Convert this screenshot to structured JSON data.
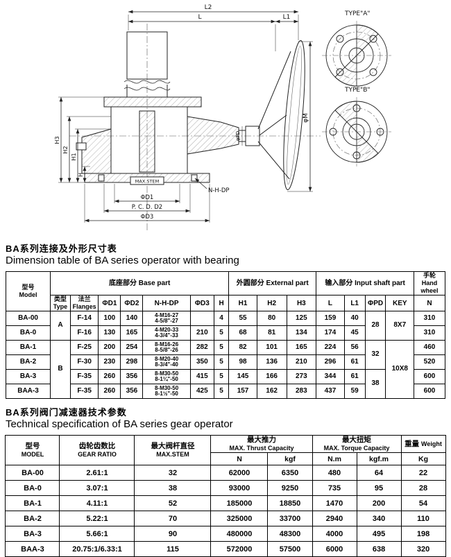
{
  "drawing": {
    "labels": {
      "l2": "L2",
      "l": "L",
      "l1": "L1",
      "phi_m": "φM",
      "phi_pd": "φPD",
      "h": "H",
      "h1": "H1",
      "h2": "H2",
      "h3": "H3",
      "max_stem": "MAX.STEM",
      "phi_d1": "ΦD1",
      "pcd_d2": "P. C. D. D2",
      "phi_d3": "ΦD3",
      "n_h_dp": "N-H-DP",
      "type_a": "TYPE\"A\"",
      "type_b": "TYPE\"B\""
    }
  },
  "section1": {
    "title_zh": "BA系列连接及外形尺寸表",
    "title_en": "Dimension table of BA series operator with bearing"
  },
  "table1": {
    "head": {
      "model_zh": "型号",
      "model_en": "Model",
      "base": "底座部分 Base part",
      "type_zh": "类型",
      "type_en": "Type",
      "flanges_zh": "法兰",
      "flanges_en": "Flanges",
      "d1": "ΦD1",
      "d2": "ΦD2",
      "nhdp": "N-H-DP",
      "d3": "ΦD3",
      "h": "H",
      "external": "外圆部分 External part",
      "h1": "H1",
      "h2": "H2",
      "h3": "H3",
      "input": "输入部分 Input shaft part",
      "l": "L",
      "l1": "L1",
      "pd": "ΦPD",
      "key": "KEY",
      "hw_zh": "手轮",
      "hw_en": "Hand wheel",
      "n": "N"
    },
    "rows": [
      {
        "model": "BA-00",
        "type": "A",
        "flanges": "F-14",
        "d1": "100",
        "d2": "140",
        "nhdp1": "4-M16-27",
        "nhdp2": "4-5/8\"-27",
        "d3": "",
        "h": "4",
        "h1": "55",
        "h2": "80",
        "h3": "125",
        "l": "159",
        "l1": "40",
        "pd": "28",
        "key": "8X7",
        "n": "310"
      },
      {
        "model": "BA-0",
        "flanges": "F-16",
        "d1": "130",
        "d2": "165",
        "nhdp1": "4-M20-33",
        "nhdp2": "4-3/4\"-33",
        "d3": "210",
        "h": "5",
        "h1": "68",
        "h2": "81",
        "h3": "134",
        "l": "174",
        "l1": "45",
        "n": "310"
      },
      {
        "model": "BA-1",
        "type": "B",
        "flanges": "F-25",
        "d1": "200",
        "d2": "254",
        "nhdp1": "8-M16-26",
        "nhdp2": "8-5/8\"-26",
        "d3": "282",
        "h": "5",
        "h1": "82",
        "h2": "101",
        "h3": "165",
        "l": "224",
        "l1": "56",
        "pd": "32",
        "key": "10X8",
        "n": "460"
      },
      {
        "model": "BA-2",
        "flanges": "F-30",
        "d1": "230",
        "d2": "298",
        "nhdp1": "8-M20-40",
        "nhdp2": "8-3/4\"-40",
        "d3": "350",
        "h": "5",
        "h1": "98",
        "h2": "136",
        "h3": "210",
        "l": "296",
        "l1": "61",
        "n": "520"
      },
      {
        "model": "BA-3",
        "flanges": "F-35",
        "d1": "260",
        "d2": "356",
        "nhdp1": "8-M30-50",
        "nhdp2": "8-1¼\"-50",
        "d3": "415",
        "h": "5",
        "h1": "145",
        "h2": "166",
        "h3": "273",
        "l": "344",
        "l1": "61",
        "pd": "38",
        "n": "600"
      },
      {
        "model": "BAA-3",
        "flanges": "F-35",
        "d1": "260",
        "d2": "356",
        "nhdp1": "8-M30-50",
        "nhdp2": "8-1½\"-50",
        "d3": "425",
        "h": "5",
        "h1": "157",
        "h2": "162",
        "h3": "283",
        "l": "437",
        "l1": "59",
        "n": "600"
      }
    ]
  },
  "section2": {
    "title_zh": "BA系列阀门减速器技术参数",
    "title_en": "Technical specification of BA series gear operator"
  },
  "table2": {
    "head": {
      "model_zh": "型号",
      "model_en": "MODEL",
      "ratio_zh": "齿轮齿数比",
      "ratio_en": "GEAR RATIO",
      "stem_zh": "最大阀杆直径",
      "stem_en": "MAX.STEM",
      "thrust_zh": "最大推力",
      "thrust_en": "MAX. Thrust Capacity",
      "thrust_n": "N",
      "thrust_kgf": "kgf",
      "torque_zh": "最大扭矩",
      "torque_en": "MAX. Torque Capacity",
      "torque_nm": "N.m",
      "torque_kgfm": "kgf.m",
      "weight_zh": "重量",
      "weight_en": "Weight",
      "weight_unit": "Kg"
    },
    "rows": [
      {
        "model": "BA-00",
        "ratio": "2.61:1",
        "stem": "32",
        "thrust_n": "62000",
        "thrust_kgf": "6350",
        "torque_nm": "480",
        "torque_kgfm": "64",
        "weight": "22"
      },
      {
        "model": "BA-0",
        "ratio": "3.07:1",
        "stem": "38",
        "thrust_n": "93000",
        "thrust_kgf": "9250",
        "torque_nm": "735",
        "torque_kgfm": "95",
        "weight": "28"
      },
      {
        "model": "BA-1",
        "ratio": "4.11:1",
        "stem": "52",
        "thrust_n": "185000",
        "thrust_kgf": "18850",
        "torque_nm": "1470",
        "torque_kgfm": "200",
        "weight": "54"
      },
      {
        "model": "BA-2",
        "ratio": "5.22:1",
        "stem": "70",
        "thrust_n": "325000",
        "thrust_kgf": "33700",
        "torque_nm": "2940",
        "torque_kgfm": "340",
        "weight": "110"
      },
      {
        "model": "BA-3",
        "ratio": "5.66:1",
        "stem": "90",
        "thrust_n": "480000",
        "thrust_kgf": "48300",
        "torque_nm": "4000",
        "torque_kgfm": "495",
        "weight": "198"
      },
      {
        "model": "BAA-3",
        "ratio": "20.75:1/6.33:1",
        "stem": "115",
        "thrust_n": "572000",
        "thrust_kgf": "57500",
        "torque_nm": "6000",
        "torque_kgfm": "638",
        "weight": "320"
      }
    ]
  }
}
